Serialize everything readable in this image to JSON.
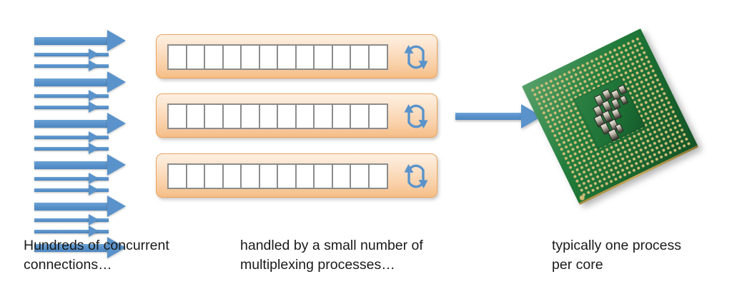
{
  "diagram": {
    "title": "Concurrent connections handled by multiplexing processes on CPU cores",
    "colors": {
      "arrow_blue": "#5a93cb",
      "process_orange_fill": "#f9cfa6",
      "process_orange_border": "#e8a360",
      "slot_border": "#8c8c8c",
      "slot_fill": "#ffffff",
      "chip_green": "#1f7838",
      "chip_gold": "#cbb972",
      "caption_text": "#1a1a1a",
      "background": "#ffffff"
    }
  },
  "connections": {
    "label": "incoming-connection-arrows",
    "large_arrow_count": 6,
    "small_arrow_count": 10,
    "total_arrows": 16,
    "direction": "right"
  },
  "processes": {
    "label": "multiplexing-process-rows",
    "row_count": 3,
    "slots_per_row": 12,
    "icon": "cycle-arrows-icon",
    "rows": [
      {
        "name": "process-row-1",
        "slots": 12
      },
      {
        "name": "process-row-2",
        "slots": 12
      },
      {
        "name": "process-row-3",
        "slots": 12
      }
    ]
  },
  "dispatch": {
    "label": "dispatch-arrow",
    "icon": "arrow-right-icon",
    "direction": "right"
  },
  "cpu": {
    "label": "cpu-chip",
    "package": "pin-grid-array",
    "orientation_deg": -26
  },
  "captions": {
    "left": "Hundreds of concurrent\nconnections…",
    "middle": "handled by a small number of\nmultiplexing processes…",
    "right": "typically one process\nper core"
  }
}
